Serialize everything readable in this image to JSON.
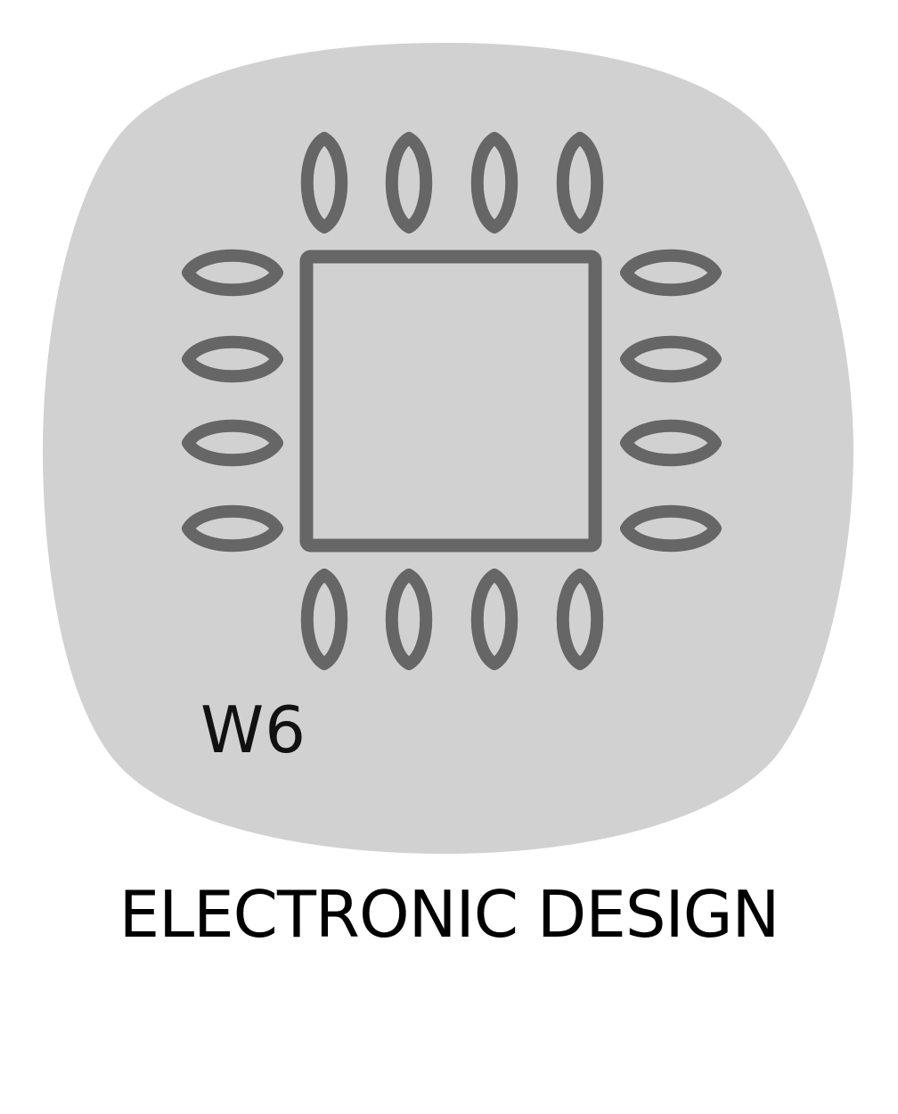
{
  "badge": {
    "code": "W6",
    "caption": "ELECTRONIC DESIGN",
    "icon": "microchip-icon",
    "colors": {
      "background": "#ffffff",
      "badge_fill": "#d1d1d1",
      "chip_stroke": "#666666",
      "text": "#000000"
    },
    "pins_per_side": 4
  }
}
